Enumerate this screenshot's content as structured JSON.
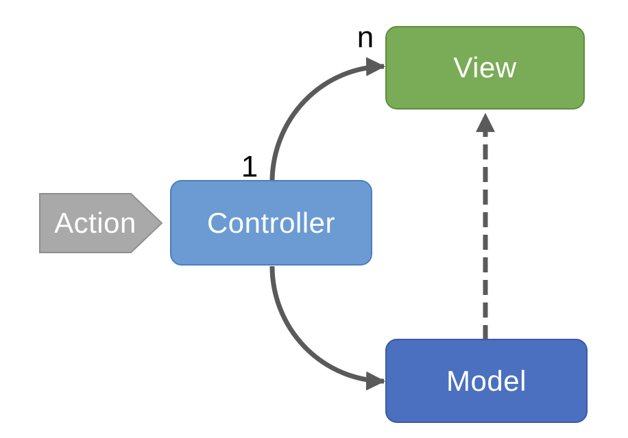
{
  "diagram": {
    "type": "mvc-pattern",
    "background": "#FFFFFF",
    "nodes": {
      "action": {
        "label": "Action",
        "shape": "signpost-arrow-right",
        "fill": "#A9A9A9",
        "border": "#8F8F8F",
        "text_color": "#FFFFFF"
      },
      "controller": {
        "label": "Controller",
        "shape": "rounded-rect",
        "fill": "#6B9BD2",
        "border": "#4D7EBE",
        "text_color": "#FFFFFF"
      },
      "view": {
        "label": "View",
        "shape": "rounded-rect",
        "fill": "#7AAB57",
        "border": "#5E8E3E",
        "text_color": "#FFFFFF"
      },
      "model": {
        "label": "Model",
        "shape": "rounded-rect",
        "fill": "#4B70C0",
        "border": "#3A5BA5",
        "text_color": "#FFFFFF"
      }
    },
    "edges": [
      {
        "from": "Controller",
        "to": "View",
        "style": "solid-curved-arrow",
        "source_label": "1",
        "target_label": "n",
        "color": "#5A5A5A"
      },
      {
        "from": "Controller",
        "to": "Model",
        "style": "solid-curved-arrow",
        "color": "#5A5A5A"
      },
      {
        "from": "Model",
        "to": "View",
        "style": "dashed-straight-arrow",
        "color": "#5A5A5A"
      }
    ],
    "colors": {
      "arrow": "#5A5A5A",
      "edge_label_text": "#000000"
    }
  }
}
